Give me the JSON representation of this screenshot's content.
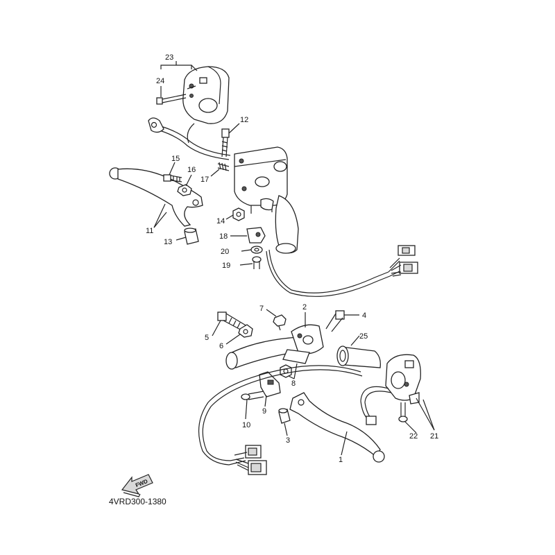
{
  "diagram_code": "4VRD300-1380",
  "fwd_label": "FWD",
  "callouts": {
    "c1": "1",
    "c2": "2",
    "c3": "3",
    "c4": "4",
    "c5": "5",
    "c6": "6",
    "c7": "7",
    "c8": "8",
    "c9": "9",
    "c10": "10",
    "c11": "11",
    "c12": "12",
    "c13": "13",
    "c14": "14",
    "c15": "15",
    "c16": "16",
    "c17": "17",
    "c18": "18",
    "c19": "19",
    "c20": "20",
    "c21": "21",
    "c22": "22",
    "c23": "23",
    "c24": "24",
    "c25": "25"
  }
}
